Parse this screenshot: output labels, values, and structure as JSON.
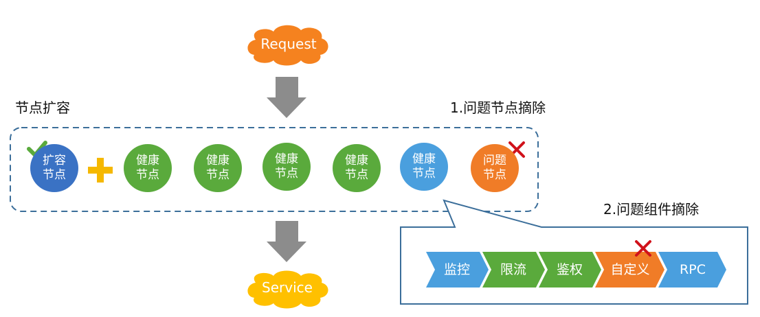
{
  "request_label": "Request",
  "service_label": "Service",
  "labels": {
    "scale_out": "节点扩容",
    "remove_node": "1.问题节点摘除",
    "remove_component": "2.问题组件摘除"
  },
  "nodes": [
    {
      "line1": "扩容",
      "line2": "节点",
      "status": "new",
      "color": "#3a72c4"
    },
    {
      "line1": "健康",
      "line2": "节点",
      "status": "healthy",
      "color": "#5aaa3c"
    },
    {
      "line1": "健康",
      "line2": "节点",
      "status": "healthy",
      "color": "#5aaa3c"
    },
    {
      "line1": "健康",
      "line2": "节点",
      "status": "healthy",
      "color": "#5aaa3c"
    },
    {
      "line1": "健康",
      "line2": "节点",
      "status": "healthy",
      "color": "#5aaa3c"
    },
    {
      "line1": "健康",
      "line2": "节点",
      "status": "healthy",
      "color": "#4a9fde"
    },
    {
      "line1": "问题",
      "line2": "节点",
      "status": "problem",
      "color": "#f07c27"
    }
  ],
  "components": [
    {
      "label": "监控",
      "color": "#4a9fde"
    },
    {
      "label": "限流",
      "color": "#5aaa3c"
    },
    {
      "label": "鉴权",
      "color": "#5aaa3c"
    },
    {
      "label": "自定义",
      "color": "#f07c27",
      "removed": true
    },
    {
      "label": "RPC",
      "color": "#4a9fde"
    }
  ],
  "colors": {
    "cloud": "#f5821f",
    "service_cloud": "#ffc000",
    "arrow": "#8c8c8c",
    "plus": "#f5b800",
    "check": "#5aaa3c",
    "cross": "#d0121b",
    "dashed_border": "#3b6e9a",
    "callout_border": "#3b6e9a"
  },
  "icons": {
    "check": "check-icon",
    "cross": "cross-icon",
    "plus": "plus-icon"
  }
}
